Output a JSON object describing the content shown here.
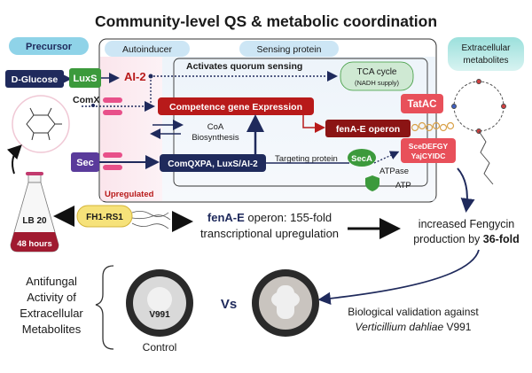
{
  "title": "Community-level QS & metabolic coordination",
  "headers": {
    "precursor": "Precursor",
    "autoinducer": "Autoinducer",
    "sensing_protein": "Sensing protein",
    "extracellular_line1": "Extracellular",
    "extracellular_line2": "metabolites"
  },
  "nodes": {
    "d_glucose": "D-Glucose",
    "luxs": "LuxS",
    "ai2": "AI-2",
    "comx": "ComX",
    "sec": "Sec",
    "activates_qs": "Activates quorum sensing",
    "tca_line1": "TCA cycle",
    "tca_line2": "(NADH supply)",
    "competence": "Competence gene Expression",
    "coa_line1": "CoA",
    "coa_line2": "Biosynthesis",
    "fena_operon": "fenA-E operon",
    "tatac": "TatAC",
    "sce_line1": "SceDEFGY",
    "sce_line2": "YajCYIDC",
    "comqxpa": "ComQXPA, LuxS/AI-2",
    "targeting": "Targeting protein",
    "seca": "SecA",
    "atpase": "ATPase",
    "atp": "ATP",
    "upregulated": "Upregulated",
    "lb20": "LB 20",
    "hours": "48 hours",
    "strain": "FH1-RS1"
  },
  "results": {
    "fold_prefix": "fenA-E",
    "fold_suffix": " operon: 155-fold",
    "fold_line2": "transcriptional upregulation",
    "increase_line1": "increased Fengycin",
    "increase_prefix": "production by ",
    "increase_bold": "36-fold"
  },
  "assay": {
    "left_line1": "Antifungal",
    "left_line2": "Activity of",
    "left_line3": "Extracellular",
    "left_line4": "Metabolites",
    "dish_label": "V991",
    "control": "Control",
    "vs": "Vs",
    "validation_line1": "Biological validation against",
    "validation_italic": "Verticillium dahliae",
    "validation_suffix": " V991"
  },
  "colors": {
    "navy": "#1f2a5c",
    "red": "#b81a1a",
    "green": "#3c9a3c",
    "purple": "#5a3b9b",
    "teal": "#4fc3c3",
    "yellow": "#f6e27a"
  }
}
